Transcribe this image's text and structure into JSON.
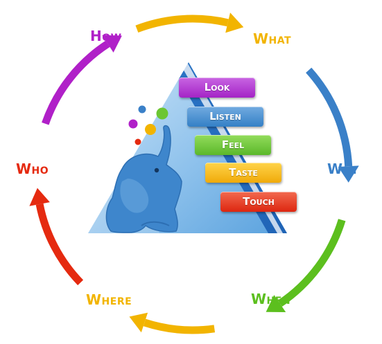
{
  "questions": [
    {
      "key": "how",
      "label": "How",
      "color": "#b020c8"
    },
    {
      "key": "what",
      "label": "What",
      "color": "#f2b400"
    },
    {
      "key": "why",
      "label": "Why",
      "color": "#3a80c8"
    },
    {
      "key": "when",
      "label": "When",
      "color": "#5cbf1e"
    },
    {
      "key": "where",
      "label": "Where",
      "color": "#f2b400"
    },
    {
      "key": "who",
      "label": "Who",
      "color": "#e52a10"
    }
  ],
  "senses": [
    {
      "key": "look",
      "label": "Look",
      "color": "#b32fd0"
    },
    {
      "key": "listen",
      "label": "Listen",
      "color": "#3d8acb"
    },
    {
      "key": "feel",
      "label": "Feel",
      "color": "#6cc632"
    },
    {
      "key": "taste",
      "label": "Taste",
      "color": "#f5b80e"
    },
    {
      "key": "touch",
      "label": "Touch",
      "color": "#e52b12"
    }
  ],
  "palette": {
    "triangle_light": "#a9d3f2",
    "triangle_dark": "#2f7fd0",
    "elephant": "#3e86cc",
    "dot_blue": "#3a80c8",
    "dot_green": "#6cc632",
    "dot_purple": "#b020c8",
    "dot_yellow": "#f2b400",
    "dot_red": "#e52a10"
  },
  "cycle_arrows": [
    {
      "key": "how-to-what",
      "icon": "arrow-icon",
      "color": "#f2b400"
    },
    {
      "key": "what-to-why",
      "icon": "arrow-icon",
      "color": "#3a80c8"
    },
    {
      "key": "why-to-when",
      "icon": "arrow-icon",
      "color": "#5cbf1e"
    },
    {
      "key": "when-to-where",
      "icon": "arrow-icon",
      "color": "#f2b400"
    },
    {
      "key": "where-to-who",
      "icon": "arrow-icon",
      "color": "#e52a10"
    },
    {
      "key": "who-to-how",
      "icon": "arrow-icon",
      "color": "#b020c8"
    }
  ]
}
